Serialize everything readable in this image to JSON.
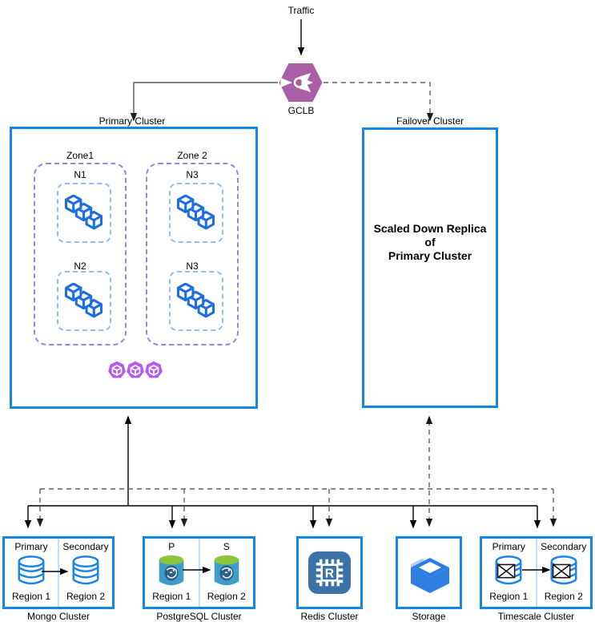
{
  "diagram": {
    "traffic_label": "Traffic",
    "gclb": {
      "label": "GCLB"
    },
    "primary_cluster": {
      "label": "Primary Cluster",
      "zones": [
        {
          "label": "Zone1",
          "nodes": [
            {
              "label": "N1"
            },
            {
              "label": "N2"
            }
          ]
        },
        {
          "label": "Zone 2",
          "nodes": [
            {
              "label": "N3"
            },
            {
              "label": "N3"
            }
          ]
        }
      ]
    },
    "failover_cluster": {
      "label": "Failover Cluster",
      "body": "Scaled Down Replica\nof\nPrimary Cluster"
    },
    "bottom_clusters": [
      {
        "name": "Mongo Cluster",
        "icon": "mongodb-icon",
        "left": {
          "role": "Primary",
          "region": "Region 1"
        },
        "right": {
          "role": "Secondary",
          "region": "Region 2"
        }
      },
      {
        "name": "PostgreSQL Cluster",
        "icon": "postgresql-icon",
        "left": {
          "role": "P",
          "region": "Region 1"
        },
        "right": {
          "role": "S",
          "region": "Region 2"
        }
      },
      {
        "name": "Redis Cluster",
        "icon": "redis-icon",
        "letter": "R"
      },
      {
        "name": "Storage",
        "icon": "storage-icon"
      },
      {
        "name": "Timescale Cluster",
        "icon": "timescale-icon",
        "left": {
          "role": "Primary",
          "region": "Region 1"
        },
        "right": {
          "role": "Secondary",
          "region": "Region 2"
        }
      }
    ],
    "colors": {
      "box_border_blue": "#1287e8",
      "zone_dash_purple": "#8f88e8",
      "node_dash_blue": "#90bdf2",
      "cube_blue": "#1d6fe0",
      "pod_purple": "#b55cf0",
      "gclb_purple": "#a85fa5",
      "redis_blue": "#3b73a9",
      "storage_blue": "#2e7de0",
      "postgres_green": "#8cc63e",
      "postgres_body": "#3f9cc9",
      "divider_light_blue": "#bfe0f7",
      "dashed_line_gray": "#616161",
      "solid_line_black": "#000000"
    }
  }
}
